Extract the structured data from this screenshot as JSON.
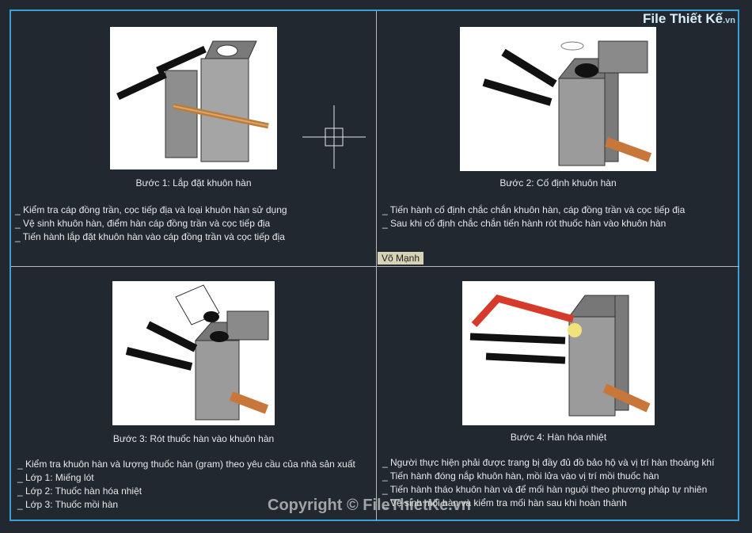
{
  "logo": {
    "main": "File Thiết Kế",
    "suffix": ".vn"
  },
  "watermark": "Copyright © FileThietKe.vn",
  "name_tag": "Võ Mạnh",
  "steps": [
    {
      "title": "Bước 1: Lắp đặt khuôn hàn",
      "lines": [
        "_ Kiểm tra cáp đồng trần, cọc tiếp địa và loại khuôn hàn sử dụng",
        "_ Vệ sinh khuôn hàn, điểm hàn cáp đồng trần và cọc tiếp địa",
        "_ Tiến hành lắp đặt khuôn hàn vào cáp đồng trần và cọc tiếp địa"
      ]
    },
    {
      "title": "Bước 2: Cố định khuôn hàn",
      "lines": [
        "_ Tiến hành cố định chắc chắn khuôn hàn, cáp đồng trần và cọc tiếp địa",
        "_ Sau khi cố định chắc chắn tiến hành rót thuốc hàn vào khuôn hàn"
      ]
    },
    {
      "title": "Bước 3: Rót thuốc hàn vào khuôn hàn",
      "lines": [
        "_ Kiểm tra khuôn hàn và lượng thuốc hàn (gram) theo yêu cầu của nhà sản xuất",
        "_ Lớp 1: Miếng lót",
        "_ Lớp 2: Thuốc hàn hóa nhiệt",
        "_ Lớp 3: Thuốc mồi hàn"
      ]
    },
    {
      "title": "Bước 4: Hàn hóa nhiệt",
      "lines": [
        "_ Người thực hiện phải được trang bị đầy đủ đồ bảo hộ và vị trí hàn thoáng khí",
        "_ Tiến hành đóng nắp khuôn hàn, mồi lửa vào vị trí mồi thuốc hàn",
        "_ Tiến hành tháo khuôn hàn và để mối hàn nguội theo phương pháp tự nhiên",
        "_ Vệ sinh mối hàn và kiểm tra mối hàn sau khi hoàn thành"
      ]
    }
  ],
  "colors": {
    "background": "#212830",
    "border": "#3aa0d8",
    "accent_red": "#d63a2a",
    "copper": "#c8763a"
  }
}
